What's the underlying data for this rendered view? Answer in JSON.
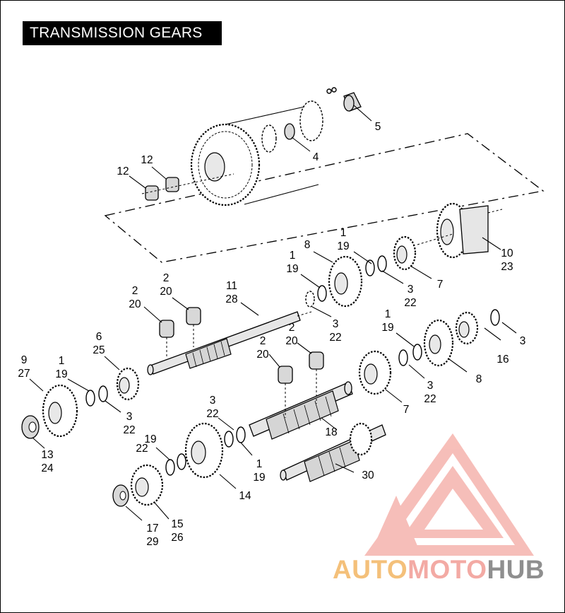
{
  "title": "TRANSMISSION GEARS",
  "callouts": {
    "c5": "5",
    "c4": "4",
    "c12a": "12",
    "c12b": "12",
    "c10": "10",
    "c23": "23",
    "c7a": "7",
    "c3a": "3",
    "c22a": "22",
    "c1a": "1",
    "c19a": "19",
    "c8a": "8",
    "c1b": "1",
    "c19b": "19",
    "c3b": "3",
    "c22b": "22",
    "c11": "11",
    "c28": "28",
    "c2a": "2",
    "c20a": "20",
    "c2b": "2",
    "c20b": "20",
    "c6": "6",
    "c25": "25",
    "c9": "9",
    "c27": "27",
    "c1c": "1",
    "c19c": "19",
    "c3c": "3",
    "c22c": "22",
    "c13": "13",
    "c24": "24",
    "c2c": "2",
    "c20c": "20",
    "c2d": "2",
    "c20d": "20",
    "c1d": "1",
    "c19d": "19",
    "c3d": "3",
    "c16": "16",
    "c8b": "8",
    "c3e": "3",
    "c22e": "22",
    "c7b": "7",
    "c18": "18",
    "c3f": "3",
    "c22f": "22",
    "c1e": "1",
    "c19e": "19",
    "c19f": "19",
    "c22g": "22",
    "c14": "14",
    "c30": "30",
    "c15": "15",
    "c26": "26",
    "c17": "17",
    "c29": "29"
  },
  "watermark": {
    "part1": "AUTO",
    "part2": "MOTO",
    "part3": "HUB",
    "colors": {
      "auto": "#f4c07a",
      "moto": "#f3aaa4",
      "hub": "#8f8f8f"
    }
  }
}
